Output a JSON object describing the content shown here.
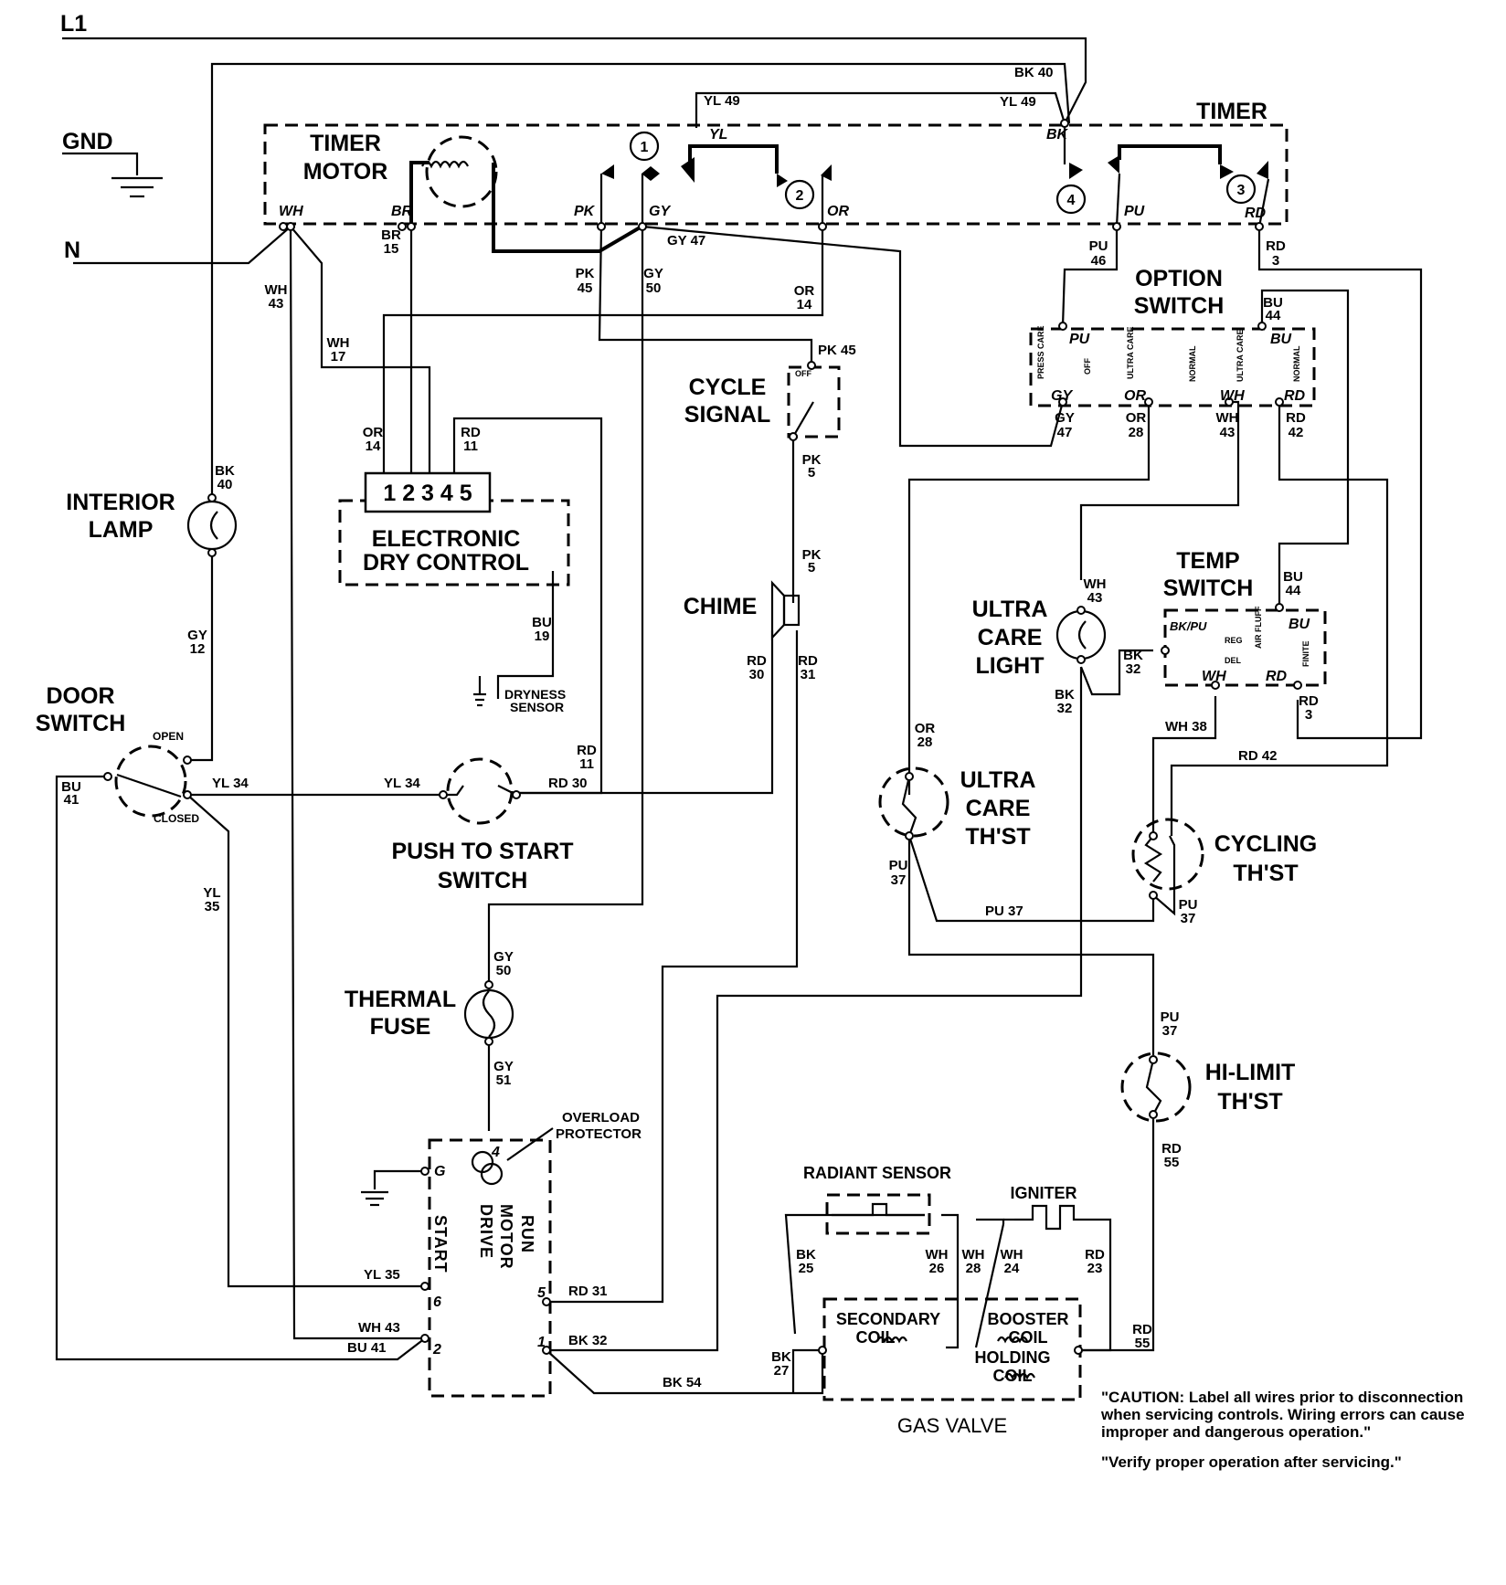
{
  "supply": {
    "l1": "L1",
    "gnd": "GND",
    "n": "N"
  },
  "components": {
    "timer": "TIMER",
    "timer_motor": [
      "TIMER",
      "MOTOR"
    ],
    "option_switch": [
      "OPTION",
      "SWITCH"
    ],
    "cycle_signal": [
      "CYCLE",
      "SIGNAL"
    ],
    "interior_lamp": [
      "INTERIOR",
      "LAMP"
    ],
    "electronic_dry_control": [
      "ELECTRONIC",
      "DRY CONTROL"
    ],
    "edc_pins": "1 2 3 4 5",
    "dryness_sensor": [
      "DRYNESS",
      "SENSOR"
    ],
    "chime": "CHIME",
    "ultra_care_light": [
      "ULTRA",
      "CARE",
      "LIGHT"
    ],
    "temp_switch": [
      "TEMP",
      "SWITCH"
    ],
    "door_switch": [
      "DOOR",
      "SWITCH"
    ],
    "door_open": "OPEN",
    "door_closed": "CLOSED",
    "push_to_start": [
      "PUSH TO START",
      "SWITCH"
    ],
    "ultra_care_thst": [
      "ULTRA",
      "CARE",
      "TH'ST"
    ],
    "cycling_thst": [
      "CYCLING",
      "TH'ST"
    ],
    "thermal_fuse": [
      "THERMAL",
      "FUSE"
    ],
    "hi_limit_thst": [
      "HI-LIMIT",
      "TH'ST"
    ],
    "overload_protector": [
      "OVERLOAD",
      "PROTECTOR"
    ],
    "radiant_sensor": "RADIANT SENSOR",
    "igniter": "IGNITER",
    "secondary_coil": [
      "SECONDARY",
      "COIL"
    ],
    "booster_coil": [
      "BOOSTER",
      "COIL"
    ],
    "holding_coil": [
      "HOLDING",
      "COIL"
    ],
    "gas_valve": "GAS VALVE",
    "motor_start": "START",
    "motor_drive": "DRIVE",
    "motor_motor": "MOTOR",
    "motor_run": "RUN"
  },
  "timer_contacts": [
    "1",
    "2",
    "3",
    "4"
  ],
  "terminal_labels": {
    "wh": "WH",
    "br": "BR",
    "pk": "PK",
    "gy": "GY",
    "or": "OR",
    "yl": "YL",
    "bk": "BK",
    "pu": "PU",
    "rd": "RD",
    "bu": "BU",
    "bkpu": "BK/PU",
    "g": "G",
    "m4": "4",
    "m6": "6",
    "m5": "5",
    "m2": "2",
    "m1": "1"
  },
  "option_positions": [
    "PRESS CARE",
    "OFF",
    "ULTRA CARE",
    "NORMAL",
    "ULTRA CARE",
    "NORMAL"
  ],
  "temp_positions": [
    "REG",
    "DEL",
    "AIR FLUFF",
    "FINITE"
  ],
  "cycle_signal_off": "OFF",
  "wires": {
    "bk40": [
      "BK",
      "40"
    ],
    "bk40h": "BK 40",
    "yl49": "YL 49",
    "br15": [
      "BR",
      "15"
    ],
    "wh43": [
      "WH",
      "43"
    ],
    "wh17": [
      "WH",
      "17"
    ],
    "pk45": [
      "PK",
      "45"
    ],
    "pk45h": "PK 45",
    "gy50": [
      "GY",
      "50"
    ],
    "gy47h": "GY 47",
    "or14": [
      "OR",
      "14"
    ],
    "rd11": [
      "RD",
      "11"
    ],
    "pu46": [
      "PU",
      "46"
    ],
    "rd3": [
      "RD",
      "3"
    ],
    "bu44": [
      "BU",
      "44"
    ],
    "gy47": [
      "GY",
      "47"
    ],
    "or28": [
      "OR",
      "28"
    ],
    "rd42": [
      "RD",
      "42"
    ],
    "rd42h": "RD 42",
    "pk5": [
      "PK",
      "5"
    ],
    "bu19": [
      "BU",
      "19"
    ],
    "gy12": [
      "GY",
      "12"
    ],
    "rd30": [
      "RD",
      "30"
    ],
    "rd31": [
      "RD",
      "31"
    ],
    "bk32": [
      "BK",
      "32"
    ],
    "wh38": "WH 38",
    "yl34": "YL 34",
    "rd30h": "RD 30",
    "bu41": [
      "BU",
      "41"
    ],
    "yl35": [
      "YL",
      "35"
    ],
    "pu37": [
      "PU",
      "37"
    ],
    "pu37h": "PU 37",
    "gy51": [
      "GY",
      "51"
    ],
    "rd55": [
      "RD",
      "55"
    ],
    "yl35h": "YL 35",
    "rd31h": "RD 31",
    "wh43h": "WH 43",
    "bk32h": "BK 32",
    "bu41h": "BU 41",
    "bk54": "BK 54",
    "bk25": [
      "BK",
      "25"
    ],
    "wh26": [
      "WH",
      "26"
    ],
    "wh28": [
      "WH",
      "28"
    ],
    "wh24": [
      "WH",
      "24"
    ],
    "rd23": [
      "RD",
      "23"
    ],
    "bk27": [
      "BK",
      "27"
    ]
  },
  "caution": {
    "text": "\"CAUTION: Label all wires prior to disconnection when servicing controls. Wiring errors can cause improper and dangerous operation.\"",
    "verify": "\"Verify proper operation after servicing.\""
  }
}
